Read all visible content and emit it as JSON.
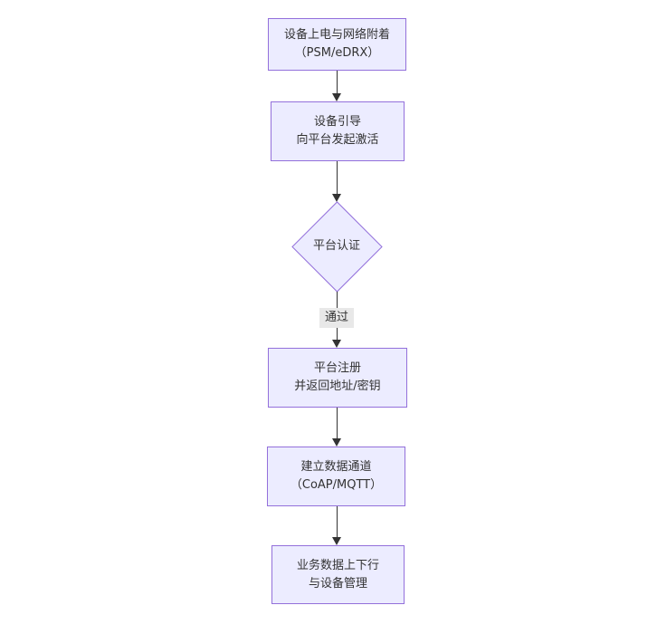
{
  "colors": {
    "background": "#ffffff",
    "node_fill": "#ECECFF",
    "node_border": "#9370DB",
    "text": "#333333",
    "arrow": "#333333",
    "edge_label_bg": "#e8e8e8"
  },
  "diagram": {
    "type": "flowchart",
    "direction": "top-down",
    "nodes": [
      {
        "id": "n1",
        "shape": "rect",
        "label_lines": [
          "设备上电与网络附着",
          "（PSM/eDRX）"
        ]
      },
      {
        "id": "n2",
        "shape": "rect",
        "label_lines": [
          "设备引导",
          "向平台发起激活"
        ]
      },
      {
        "id": "n3",
        "shape": "diamond",
        "label_lines": [
          "平台认证"
        ]
      },
      {
        "id": "n4",
        "shape": "rect",
        "label_lines": [
          "平台注册",
          "并返回地址/密钥"
        ]
      },
      {
        "id": "n5",
        "shape": "rect",
        "label_lines": [
          "建立数据通道",
          "（CoAP/MQTT）"
        ]
      },
      {
        "id": "n6",
        "shape": "rect",
        "label_lines": [
          "业务数据上下行",
          "与设备管理"
        ]
      }
    ],
    "edges": [
      {
        "from": "n1",
        "to": "n2",
        "label": ""
      },
      {
        "from": "n2",
        "to": "n3",
        "label": ""
      },
      {
        "from": "n3",
        "to": "n4",
        "label": "通过"
      },
      {
        "from": "n4",
        "to": "n5",
        "label": ""
      },
      {
        "from": "n5",
        "to": "n6",
        "label": ""
      }
    ]
  }
}
